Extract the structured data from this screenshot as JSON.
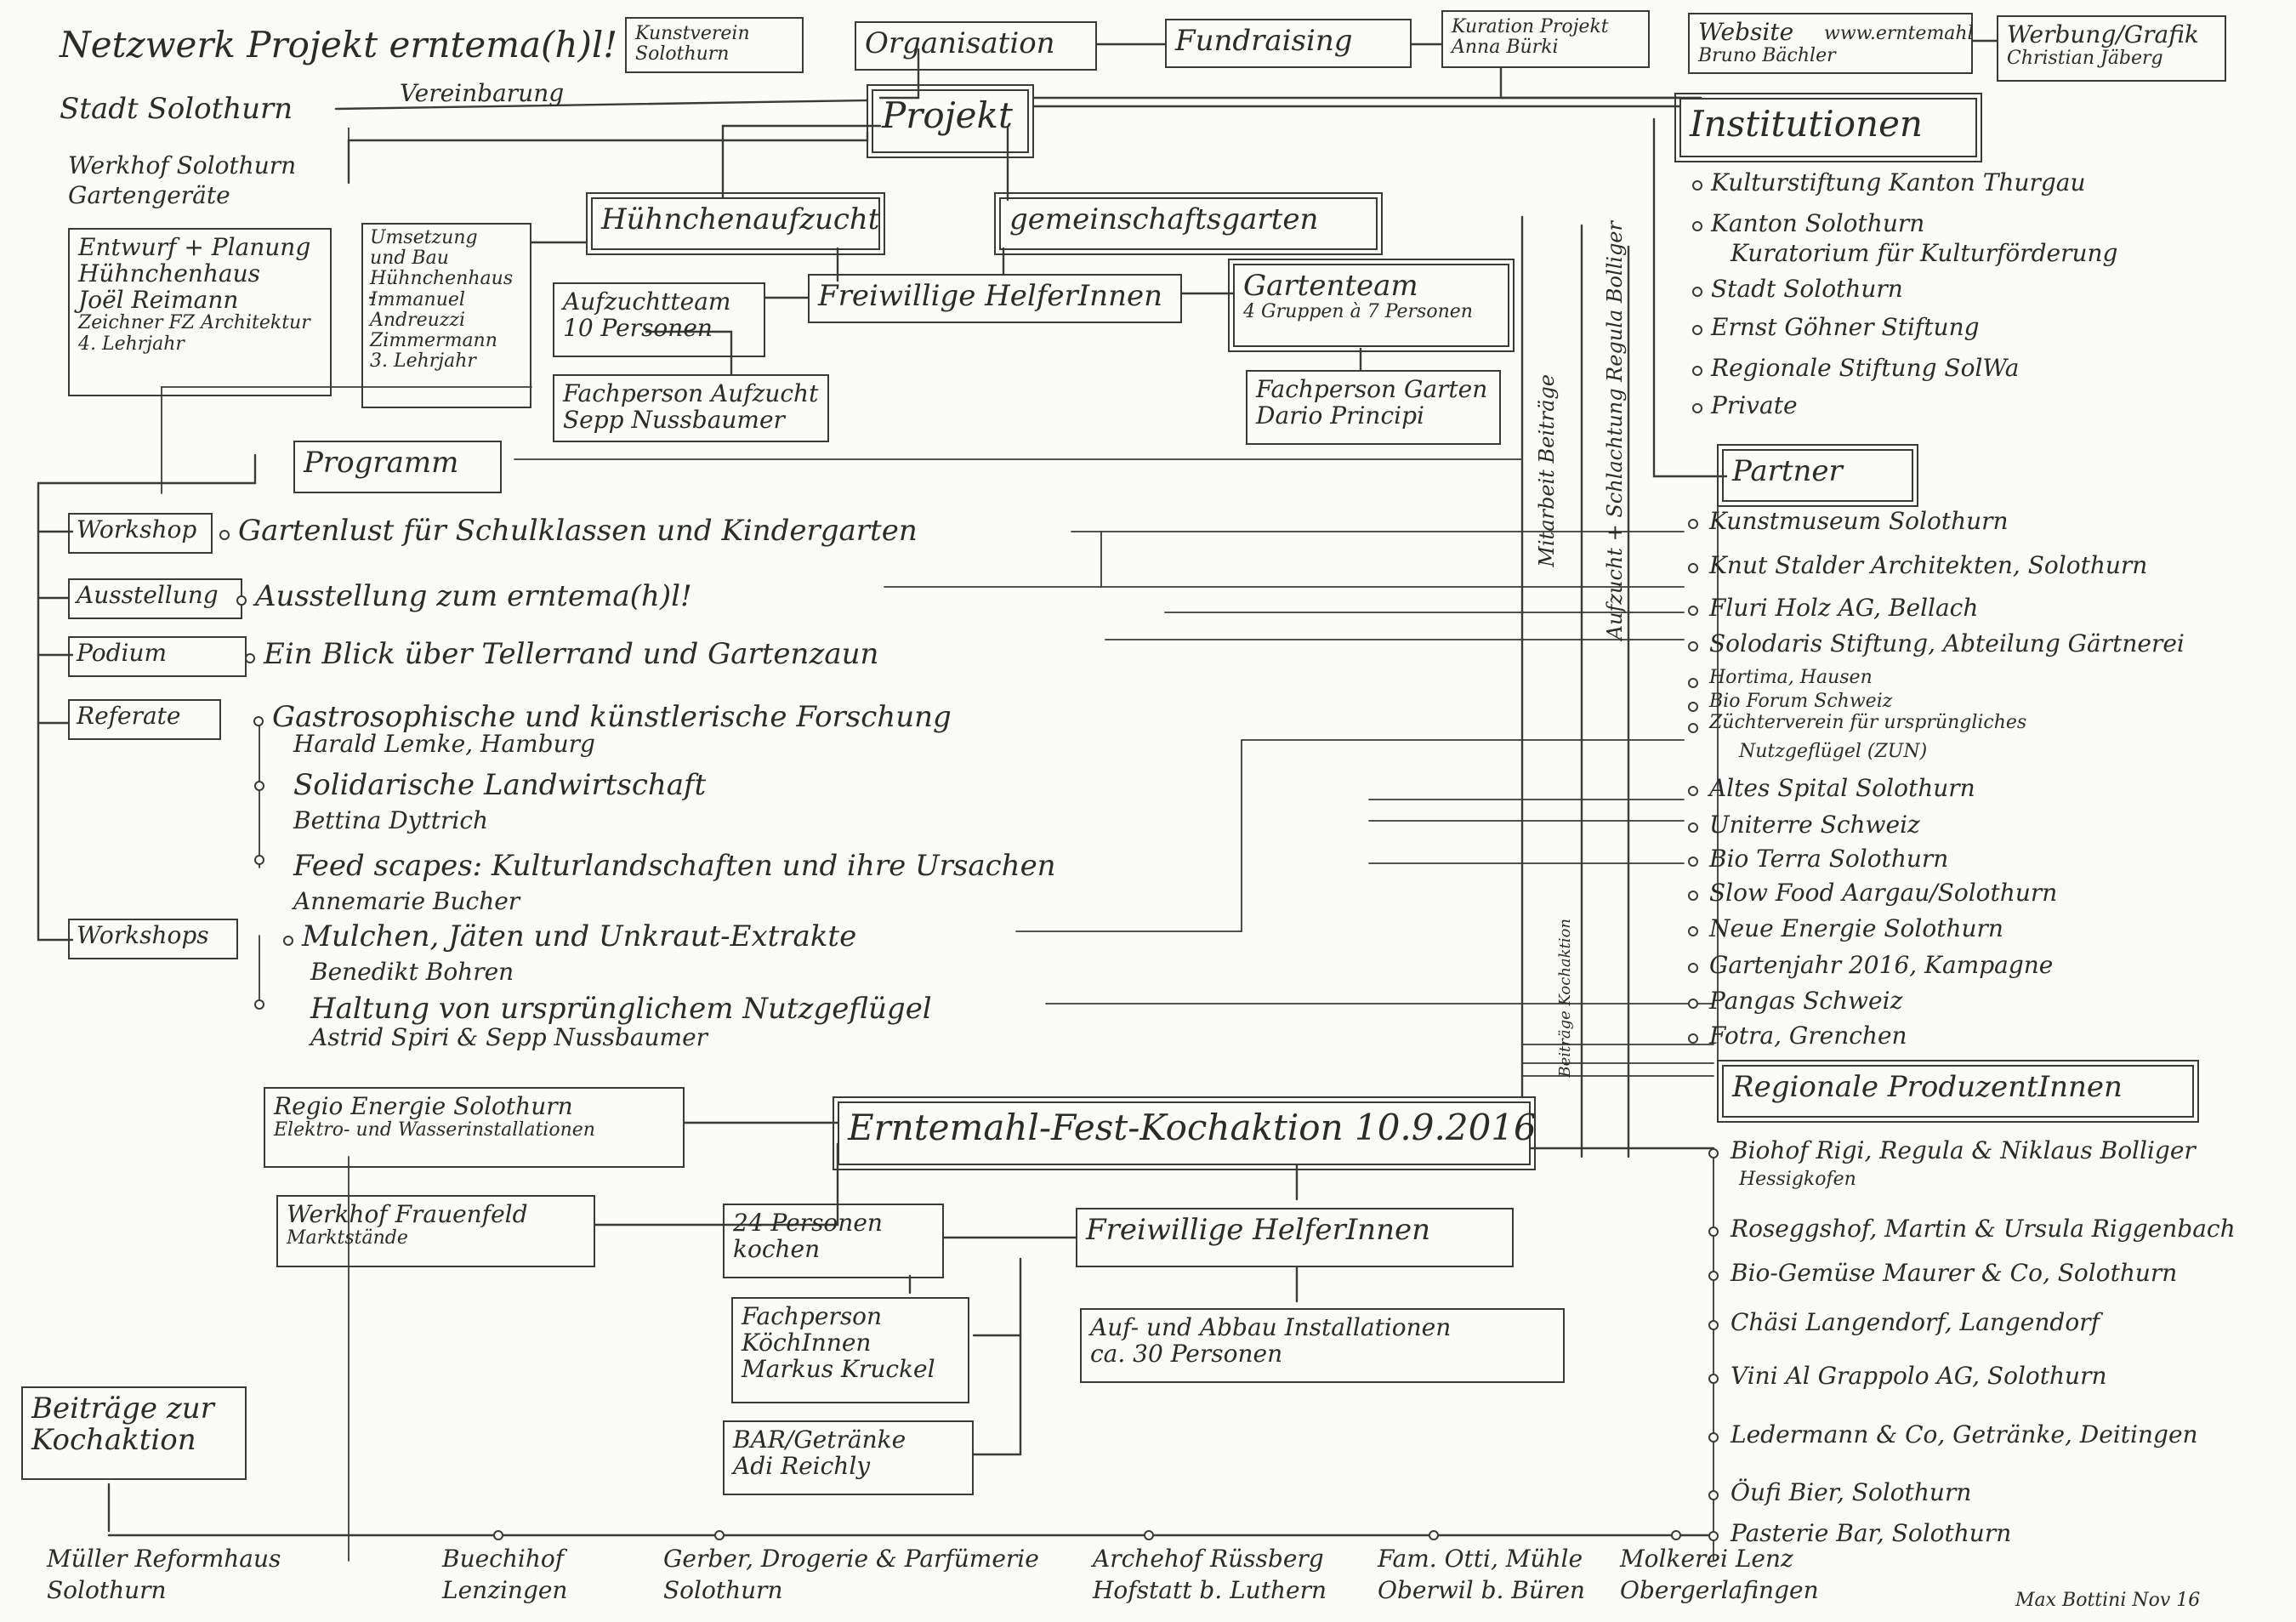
{
  "title": "Netzwerk Projekt erntema(h)l!",
  "top": {
    "kunstverein": [
      "Kunstverein",
      "Solothurn"
    ],
    "organisation": "Organisation",
    "fundraising": "Fundraising",
    "kuration": [
      "Kuration Projekt",
      "Anna Bürki"
    ],
    "website": [
      "Website",
      "Bruno Bächler"
    ],
    "website_note": "www.erntemahl",
    "werbung": [
      "Werbung/Grafik",
      "Christian Jäberg"
    ]
  },
  "stadt": "Stadt Solothurn",
  "vereinbarung": "Vereinbarung",
  "projekt": "Projekt",
  "institutionen": {
    "title": "Institutionen",
    "items": [
      "Kulturstiftung Kanton Thurgau",
      "Kanton Solothurn",
      "Kuratorium für Kulturförderung",
      "Stadt Solothurn",
      "Ernst Göhner Stiftung",
      "Regionale Stiftung SolWa",
      "Private"
    ]
  },
  "werkhof": [
    "Werkhof Solothurn",
    "Gartengeräte"
  ],
  "entwurf": [
    "Entwurf + Planung",
    "Hühnchenhaus",
    "Joël Reimann",
    "Zeichner FZ Architektur",
    "4. Lehrjahr"
  ],
  "umsetzung": [
    "Umsetzung",
    "und Bau",
    "Hühnchenhaus",
    "Immanuel",
    "Andreuzzi",
    "Zimmermann",
    "3. Lehrjahr"
  ],
  "huehnchen": "Hühnchenaufzucht",
  "garten": "gemeinschaftsgarten",
  "freiwillige1": "Freiwillige HelferInnen",
  "aufzucht": [
    "Aufzuchtteam",
    "10 Personen"
  ],
  "fach_aufzucht": [
    "Fachperson Aufzucht",
    "Sepp Nussbaumer"
  ],
  "gartenteam": [
    "Gartenteam",
    "4 Gruppen à 7 Personen"
  ],
  "fach_garten": [
    "Fachperson Garten",
    "Dario Principi"
  ],
  "vert_labels": [
    "Mitarbeit Beiträge",
    "Aufzucht + Schlachtung Regula Bolliger",
    "Beiträge Kochaktion"
  ],
  "programm": "Programm",
  "partner": {
    "title": "Partner",
    "items": [
      "Kunstmuseum Solothurn",
      "Knut Stalder Architekten, Solothurn",
      "Fluri Holz AG, Bellach",
      "Solodaris Stiftung, Abteilung Gärtnerei",
      "Hortima, Hausen",
      "Bio Forum Schweiz",
      "Züchterverein für ursprüngliches",
      "Nutzgeflügel (ZUN)",
      "Altes Spital Solothurn",
      "Uniterre Schweiz",
      "Bio Terra Solothurn",
      "Slow Food Aargau/Solothurn",
      "Neue Energie Solothurn",
      "Gartenjahr 2016, Kampagne",
      "Pangas Schweiz",
      "Fotra, Grenchen"
    ]
  },
  "program_rows": [
    {
      "label": "Workshop",
      "text": "Gartenlust für Schulklassen und Kindergarten"
    },
    {
      "label": "Ausstellung",
      "text": "Ausstellung zum erntema(h)l!"
    },
    {
      "label": "Podium",
      "text": "Ein Blick über Tellerrand und Gartenzaun"
    },
    {
      "label": "Referate",
      "text": "Gastrosophische und künstlerische Forschung"
    },
    {
      "label": "Workshops",
      "text": "Mulchen, Jäten und Unkraut-Extrakte"
    }
  ],
  "referate_items": [
    "Harald Lemke, Hamburg",
    "Solidarische Landwirtschaft",
    "Bettina Dyttrich",
    "Feed scapes: Kulturlandschaften und ihre Ursachen",
    "Annemarie Bucher"
  ],
  "workshop_items": [
    "Benedikt Bohren",
    "Haltung von ursprünglichem Nutzgeflügel",
    "Astrid Spiri & Sepp Nussbaumer"
  ],
  "regio": [
    "Regio Energie Solothurn",
    "Elektro- und Wasserinstallationen"
  ],
  "werkhof_frauenfeld": [
    "Werkhof Frauenfeld",
    "Marktstände"
  ],
  "fest": "Erntemahl-Fest-Kochaktion 10.9.2016",
  "regionale": {
    "title": "Regionale ProduzentInnen",
    "items": [
      "Biohof Rigi, Regula & Niklaus Bolliger",
      "Hessigkofen",
      "Roseggshof, Martin & Ursula Riggenbach",
      "Bio-Gemüse Maurer & Co, Solothurn",
      "Chäsi Langendorf, Langendorf",
      "Vini Al Grappolo AG, Solothurn",
      "Ledermann & Co, Getränke, Deitingen",
      "Öufi Bier, Solothurn",
      "Pasterie Bar, Solothurn"
    ]
  },
  "koch24": [
    "24 Personen",
    "kochen"
  ],
  "freiwillige2": "Freiwillige HelferInnen",
  "fach_koch": [
    "Fachperson",
    "KöchInnen",
    "Markus Kruckel"
  ],
  "aufbau": [
    "Auf- und Abbau Installationen",
    "ca. 30 Personen"
  ],
  "bar": [
    "BAR/Getränke",
    "Adi Reichly"
  ],
  "beitraege": [
    "Beiträge zur",
    "Kochaktion"
  ],
  "bottom": [
    [
      "Müller Reformhaus",
      "Solothurn"
    ],
    [
      "Buechihof",
      "Lenzingen"
    ],
    [
      "Gerber, Drogerie & Parfümerie",
      "Solothurn"
    ],
    [
      "Archehof Rüssberg",
      "Hofstatt b. Luthern"
    ],
    [
      "Fam. Otti, Mühle",
      "Oberwil b. Büren"
    ],
    [
      "Molkerei Lenz",
      "Obergerlafingen"
    ]
  ],
  "signature": "Max Bottini Nov 16"
}
